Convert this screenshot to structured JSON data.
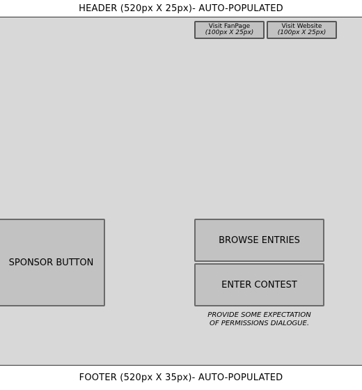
{
  "header": {
    "label": "HEADER (520px X 25px)- AUTO-POPULATED"
  },
  "footer": {
    "label": "FOOTER (520px X 35px)- AUTO-POPULATED"
  },
  "top_buttons": {
    "fanpage": {
      "label": "Visit FanPage",
      "size_note": "(100px X 25px)"
    },
    "website": {
      "label": "Visit Website",
      "size_note": "(100px X 25px)"
    }
  },
  "sponsor_button": {
    "label": "SPONSOR BUTTON"
  },
  "browse_button": {
    "label": "BROWSE ENTRIES"
  },
  "enter_button": {
    "label": "ENTER CONTEST"
  },
  "note": {
    "line1": "PROVIDE SOME EXPECTATION",
    "line2": "OF PERMISSIONS DIALOGUE."
  }
}
